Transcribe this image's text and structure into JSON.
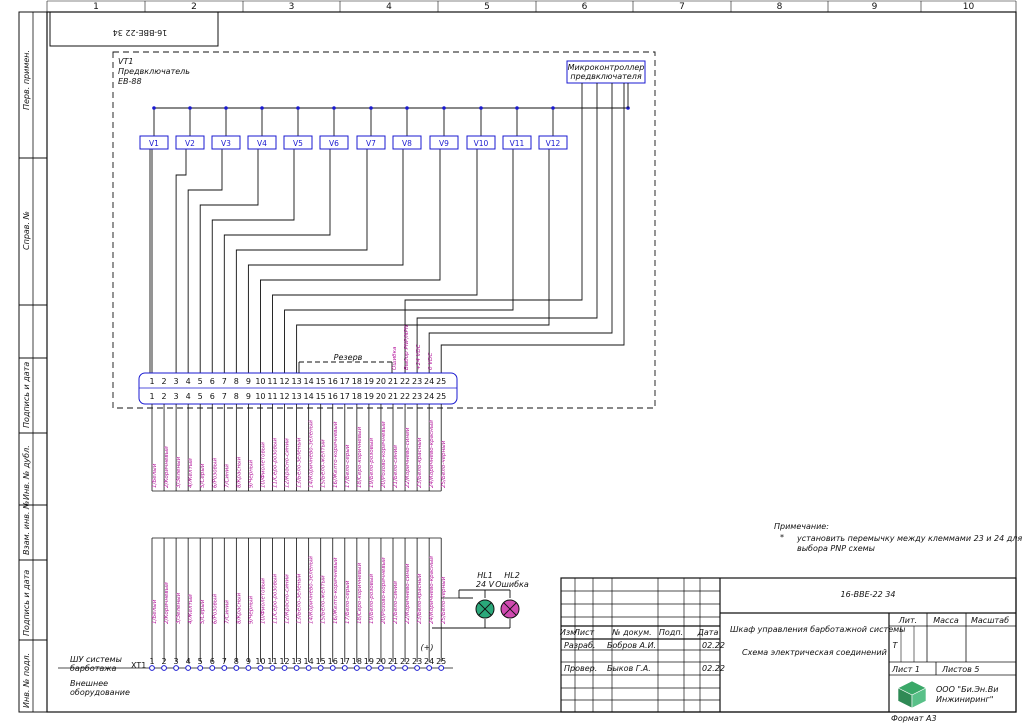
{
  "zones": [
    "1",
    "2",
    "3",
    "4",
    "5",
    "6",
    "7",
    "8",
    "9",
    "10"
  ],
  "left_strip": {
    "perv_primen": "Перв. примен.",
    "sprav_no": "Справ. №",
    "podp_data_1": "Подпись и дата",
    "inv_dubl": "Инв. № дубл.",
    "vzam_inv": "Взам. инв. №",
    "podp_data_2": "Подпись и дата",
    "inv_podl": "Инв. № подл."
  },
  "top_stamp": "16-BBE-22 34",
  "device": {
    "ref": "VT1",
    "name": "Предвключатель",
    "model": "ЕВ-88",
    "controller_line1": "Микроконтроллер",
    "controller_line2": "предвключателя",
    "valves": [
      "V1",
      "V2",
      "V3",
      "V4",
      "V5",
      "V6",
      "V7",
      "V8",
      "V9",
      "V10",
      "V11",
      "V12"
    ]
  },
  "top_terminals": [
    "1",
    "2",
    "3",
    "4",
    "5",
    "6",
    "7",
    "8",
    "9",
    "10",
    "11",
    "12",
    "13",
    "14",
    "15",
    "16",
    "17",
    "18",
    "19",
    "20",
    "21",
    "22",
    "23",
    "24",
    "25"
  ],
  "reserve_label": "Резерв",
  "top_terminal_labels": [
    "Ошибка",
    "Выбор PNP/NPN",
    "+24 VDC",
    "0 VDC"
  ],
  "upper_wires": [
    "1/Белый",
    "2/Коричневый",
    "3/Зеленый",
    "4/Желтый",
    "5/Серый",
    "6/Розовый",
    "7/Синий",
    "8/Красный",
    "9/Черный",
    "10/Фиолетовый",
    "11/Серо-розовый",
    "12/Красно-синий",
    "13/Бело-зеленый",
    "14/Коричнево-зеленый",
    "15/Бело-желтый",
    "16/Желто-коричневый",
    "17/Бело-серый",
    "18/Серо-коричневый",
    "19/Бело-розовый",
    "20/Розово-коричневый",
    "21/Бело-синий",
    "22/Коричнево-синий",
    "23/Бело-красный",
    "24/Коричнево-красный",
    "25/Бело-черный"
  ],
  "lower_wires": [
    "1/Белый",
    "2/Коричневый",
    "3/Зеленый",
    "4/Желтый",
    "5/Серый",
    "6/Розовый",
    "7/Синий",
    "8/Красный",
    "9/Черный",
    "10/Фиолетовый",
    "11/Серо-розовый",
    "12/Красно-синий",
    "13/Бело-зеленый",
    "14/Коричнево-зеленый",
    "15/Бело-желтый",
    "16/Желто-коричневый",
    "17/Бело-серый",
    "18/Серо-коричневый",
    "19/Бело-розовый",
    "20/Розово-коричневый",
    "21/Бело-синий",
    "22/Коричнево-синий",
    "23/Бело-красный",
    "24/Коричнево-красный",
    "25/Бело-черный"
  ],
  "lamps": {
    "hl1_ref": "HL1",
    "hl1_label": "24 V",
    "hl2_ref": "HL2",
    "hl2_label": "Ошибка",
    "hl1_color": "#2aa87a",
    "hl2_color": "#d04ab0"
  },
  "plus_label": "(+)",
  "bottom_block": {
    "left_line1": "ШУ системы",
    "left_line2": "барботажа",
    "left_line3": "Внешнее",
    "left_line4": "оборудование",
    "ref": "XT1",
    "terminals": [
      "1",
      "2",
      "3",
      "4",
      "5",
      "6",
      "7",
      "8",
      "9",
      "10",
      "11",
      "12",
      "13",
      "14",
      "15",
      "16",
      "17",
      "18",
      "19",
      "20",
      "21",
      "22",
      "23",
      "24",
      "25"
    ]
  },
  "note": {
    "title": "Примечание:",
    "star": "*",
    "line1": "установить перемычку между клеммами 23 и 24 для",
    "line2": "выбора PNP схемы"
  },
  "title_block": {
    "doc_code": "16-BBE-22 34",
    "system_name": "Шкаф управления барботажной системы",
    "doc_name": "Схема электрическая соединений",
    "headers": [
      "Изм",
      "Лист",
      "№ докум.",
      "Подп.",
      "Дата"
    ],
    "razrab_label": "Разраб.",
    "razrab_name": "Бобров А.И.",
    "razrab_date": "02.22",
    "prover_label": "Провер.",
    "prover_name": "Быков Г.А.",
    "prover_date": "02.22",
    "lit_label": "Лит.",
    "massa_label": "Масса",
    "masshtab_label": "Масштаб",
    "lit_value": "Т",
    "list_label": "Лист 1",
    "listov_label": "Листов  5",
    "company_line1": "ООО \"Би.Эн.Ви",
    "company_line2": "Инжиниринг\"",
    "format_label": "Формат А3",
    "logo_color": "#3aa868"
  }
}
